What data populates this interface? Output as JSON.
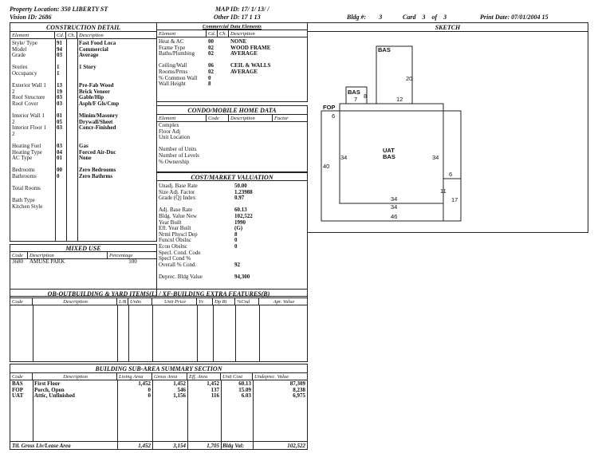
{
  "header": {
    "property_location_label": "Property Location:",
    "property_location": "350 LIBERTY ST",
    "vision_id_label": "Vision ID:",
    "vision_id": "2686",
    "map_id_label": "MAP ID:",
    "map_id": "17/ 1/ 13/ /",
    "other_id_label": "Other ID:",
    "other_id": "17 1 13",
    "bldg_label": "Bldg #:",
    "bldg": "3",
    "card_label": "Card",
    "card": "3",
    "of_label": "of",
    "card_total": "3",
    "print_date_label": "Print Date:",
    "print_date": "07/01/2004 15"
  },
  "construction": {
    "title": "CONSTRUCTION DETAIL",
    "cols": [
      "Element",
      "Cd.",
      "Ch.",
      "Description"
    ],
    "rows": [
      [
        "Style/ Type",
        "91",
        "",
        "Fast Food Loca"
      ],
      [
        "Model",
        "94",
        "",
        "Commercial"
      ],
      [
        "Grade",
        "03",
        "",
        "Average"
      ],
      [
        "",
        "",
        " ",
        ""
      ],
      [
        "Stories",
        "1",
        "",
        "1 Story"
      ],
      [
        "Occupancy",
        "1",
        "",
        ""
      ],
      [
        "",
        "",
        " ",
        ""
      ],
      [
        "Exterior Wall 1",
        "13",
        "",
        "Pre-Fab Wood"
      ],
      [
        "2",
        "19",
        "",
        "Brick Veneer"
      ],
      [
        "Roof Structure",
        "03",
        "",
        "Gable/Hip"
      ],
      [
        "Roof Cover",
        "03",
        "",
        "Asph/F Gls/Cmp"
      ],
      [
        "",
        "",
        " ",
        ""
      ],
      [
        "Interior Wall 1",
        "01",
        "",
        "Minim/Masonry"
      ],
      [
        "2",
        "05",
        "",
        "Drywall/Sheet"
      ],
      [
        "Interior Floor 1",
        "03",
        "",
        "Concr-Finished"
      ],
      [
        "2",
        "",
        "",
        ""
      ],
      [
        "",
        "",
        " ",
        ""
      ],
      [
        "Heating Fuel",
        "03",
        "",
        "Gas"
      ],
      [
        "Heating Type",
        "04",
        "",
        "Forced Air-Duc"
      ],
      [
        "AC Type",
        "01",
        "",
        "None"
      ],
      [
        "",
        "",
        " ",
        ""
      ],
      [
        "Bedrooms",
        "00",
        "",
        "Zero Bedrooms"
      ],
      [
        "Bathrooms",
        "0",
        "",
        "Zero Bathrms"
      ],
      [
        "",
        "",
        " ",
        ""
      ],
      [
        "Total Rooms",
        "",
        "",
        ""
      ],
      [
        "",
        "",
        " ",
        ""
      ],
      [
        "Bath Type",
        "",
        "",
        ""
      ],
      [
        "Kitchen Style",
        "",
        "",
        ""
      ]
    ]
  },
  "commercial": {
    "title": "Commercial Data Elements",
    "cols": [
      "Element",
      "Cd.",
      "Ch.",
      "Description"
    ],
    "rows": [
      [
        "Heat & AC",
        "00",
        "",
        "NONE"
      ],
      [
        "Frame Type",
        "02",
        "",
        "WOOD FRAME"
      ],
      [
        "Baths/Plumbing",
        "02",
        "",
        "AVERAGE"
      ],
      [
        "",
        "",
        "",
        ""
      ],
      [
        "Ceiling/Wall",
        "06",
        "",
        "CEIL & WALLS"
      ],
      [
        "Rooms/Prtns",
        "02",
        "",
        "AVERAGE"
      ],
      [
        "% Common Wall",
        "0",
        "",
        ""
      ],
      [
        "Wall Height",
        "8",
        "",
        ""
      ]
    ]
  },
  "condo": {
    "title": "CONDO/MOBILE HOME DATA",
    "cols": [
      "Element",
      "Code",
      "Description",
      "Factor"
    ],
    "rows": [
      "Complex",
      "Floor Adj",
      "Unit Location",
      "",
      "Number of Units",
      "Number of Levels",
      "% Ownership"
    ]
  },
  "cost": {
    "title": "COST/MARKET VALUATION",
    "rows": [
      [
        "Unadj. Base Rate",
        "50.00"
      ],
      [
        "Size Adj. Factor",
        "1.23988"
      ],
      [
        "Grade (Q) Index",
        "0.97"
      ],
      [
        "",
        ""
      ],
      [
        "Adj. Base Rate",
        "60.13"
      ],
      [
        "Bldg. Value New",
        "102,522"
      ],
      [
        "Year Built",
        "1990"
      ],
      [
        "Eff. Year Built",
        "(G)"
      ],
      [
        "Nrml Physcl Dep",
        "8"
      ],
      [
        "Funcnl Obslnc",
        "0"
      ],
      [
        "Econ Obslnc",
        "0"
      ],
      [
        "Specl. Cond. Code",
        ""
      ],
      [
        "Specl Cond %",
        ""
      ],
      [
        "Overall % Cond.",
        "92"
      ],
      [
        "",
        ""
      ],
      [
        "Deprec. Bldg Value",
        "94,300"
      ]
    ]
  },
  "mixed": {
    "title": "MIXED USE",
    "cols": [
      "Code",
      "Description",
      "Percentage"
    ],
    "rows": [
      [
        "3680",
        "AMUSE PARK",
        "100"
      ]
    ]
  },
  "ob": {
    "title": "OB-OUTBUILDING & YARD ITEMS(L) / XF-BUILDING EXTRA FEATURES(B)",
    "cols": [
      "Code",
      "Description",
      "L/B",
      "Units",
      "Unit Price",
      "Yr.",
      "Dp Rt",
      "%Cnd",
      "Apr. Value"
    ]
  },
  "subarea": {
    "title": "BUILDING SUB-AREA SUMMARY SECTION",
    "cols": [
      "Code",
      "Description",
      "Living Area",
      "Gross Area",
      "Eff. Area",
      "Unit Cost",
      "Undeprec. Value"
    ],
    "rows": [
      [
        "BAS",
        "First Floor",
        "1,452",
        "1,452",
        "1,452",
        "60.13",
        "87,309"
      ],
      [
        "FOP",
        "Porch, Open",
        "0",
        "546",
        "137",
        "15.09",
        "8,238"
      ],
      [
        "UAT",
        "Attic, Unfinished",
        "0",
        "1,156",
        "116",
        "6.03",
        "6,975"
      ]
    ],
    "total_label": "Ttl. Gross Liv/Lease Area",
    "total_living": "1,452",
    "total_gross": "3,154",
    "total_eff": "1,705",
    "bldg_val_label": "Bldg Val:",
    "bldg_val": "102,522"
  },
  "sketch": {
    "title": "SKETCH",
    "labels": {
      "bas_top": "BAS",
      "bas_small": "BAS",
      "fop": "FOP",
      "uat": "UAT",
      "bas_main": "BAS"
    },
    "dims": {
      "d20": "20",
      "d12": "12",
      "d8": "8",
      "d7": "7",
      "d6a": "6",
      "d40": "40",
      "d34l": "34",
      "d34r": "34",
      "d6b": "6",
      "d11": "11",
      "d17": "17",
      "d34b1": "34",
      "d34b2": "34",
      "d46": "46"
    }
  }
}
